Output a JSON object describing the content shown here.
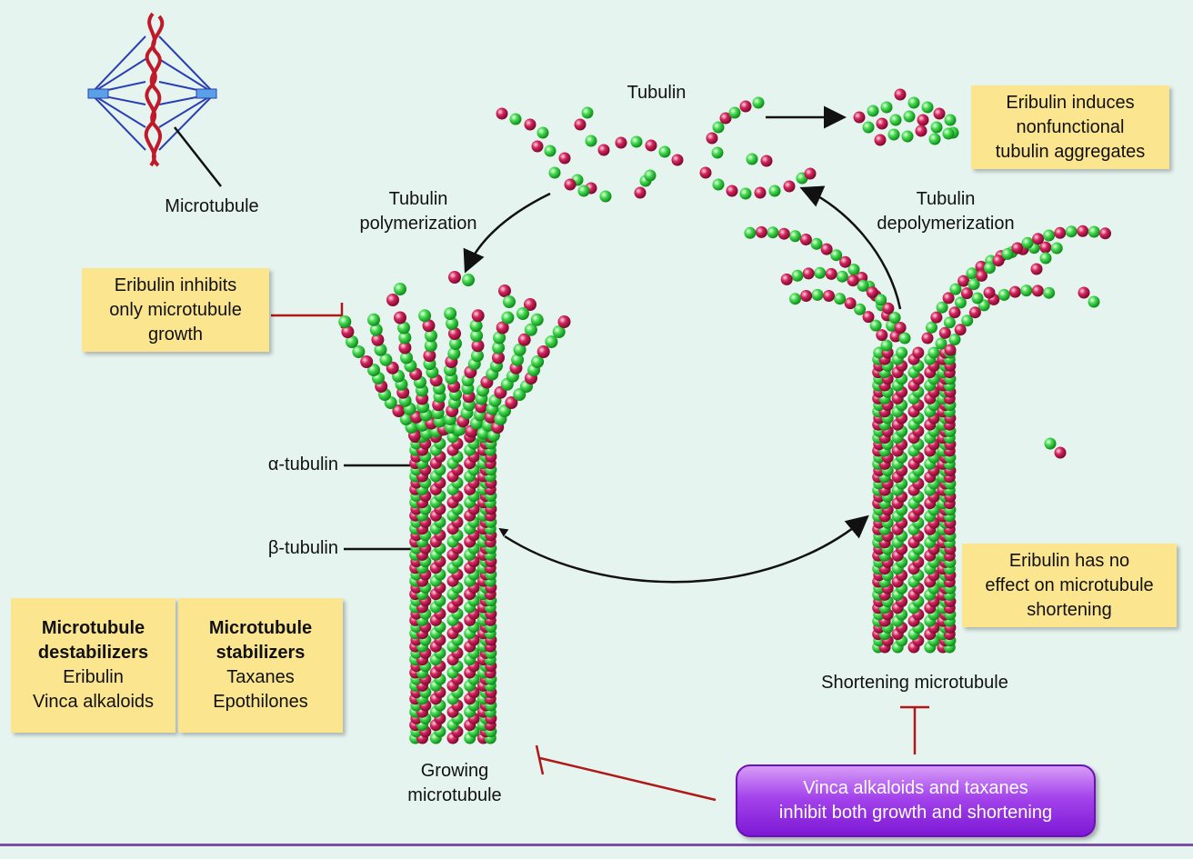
{
  "labels": {
    "microtubule": "Microtubule",
    "tubulin": "Tubulin",
    "polymerization_1": "Tubulin",
    "polymerization_2": "polymerization",
    "depolymerization_1": "Tubulin",
    "depolymerization_2": "depolymerization",
    "alpha_tubulin": "α-tubulin",
    "beta_tubulin": "β-tubulin",
    "growing_1": "Growing",
    "growing_2": "microtubule",
    "shortening": "Shortening microtubule"
  },
  "boxes": {
    "aggregates": [
      "Eribulin induces",
      "nonfunctional",
      "tubulin aggregates"
    ],
    "inhibits_growth": [
      "Eribulin inhibits",
      "only microtubule",
      "growth"
    ],
    "no_effect": [
      "Eribulin has no",
      "effect on microtubule",
      "shortening"
    ],
    "destabilizers": {
      "title_1": "Microtubule",
      "title_2": "destabilizers",
      "item_1": "Eribulin",
      "item_2": "Vinca alkaloids"
    },
    "stabilizers": {
      "title_1": "Microtubule",
      "title_2": "stabilizers",
      "item_1": "Taxanes",
      "item_2": "Epothilones"
    },
    "vinca": [
      "Vinca alkaloids and taxanes",
      "inhibit both growth and shortening"
    ]
  },
  "colors": {
    "background": "#e6f4ef",
    "alpha": "#2dc43c",
    "beta": "#c2174f",
    "box": "#fbe58f",
    "inhibit_line": "#b01818",
    "spindle": "#2a3fb3"
  }
}
